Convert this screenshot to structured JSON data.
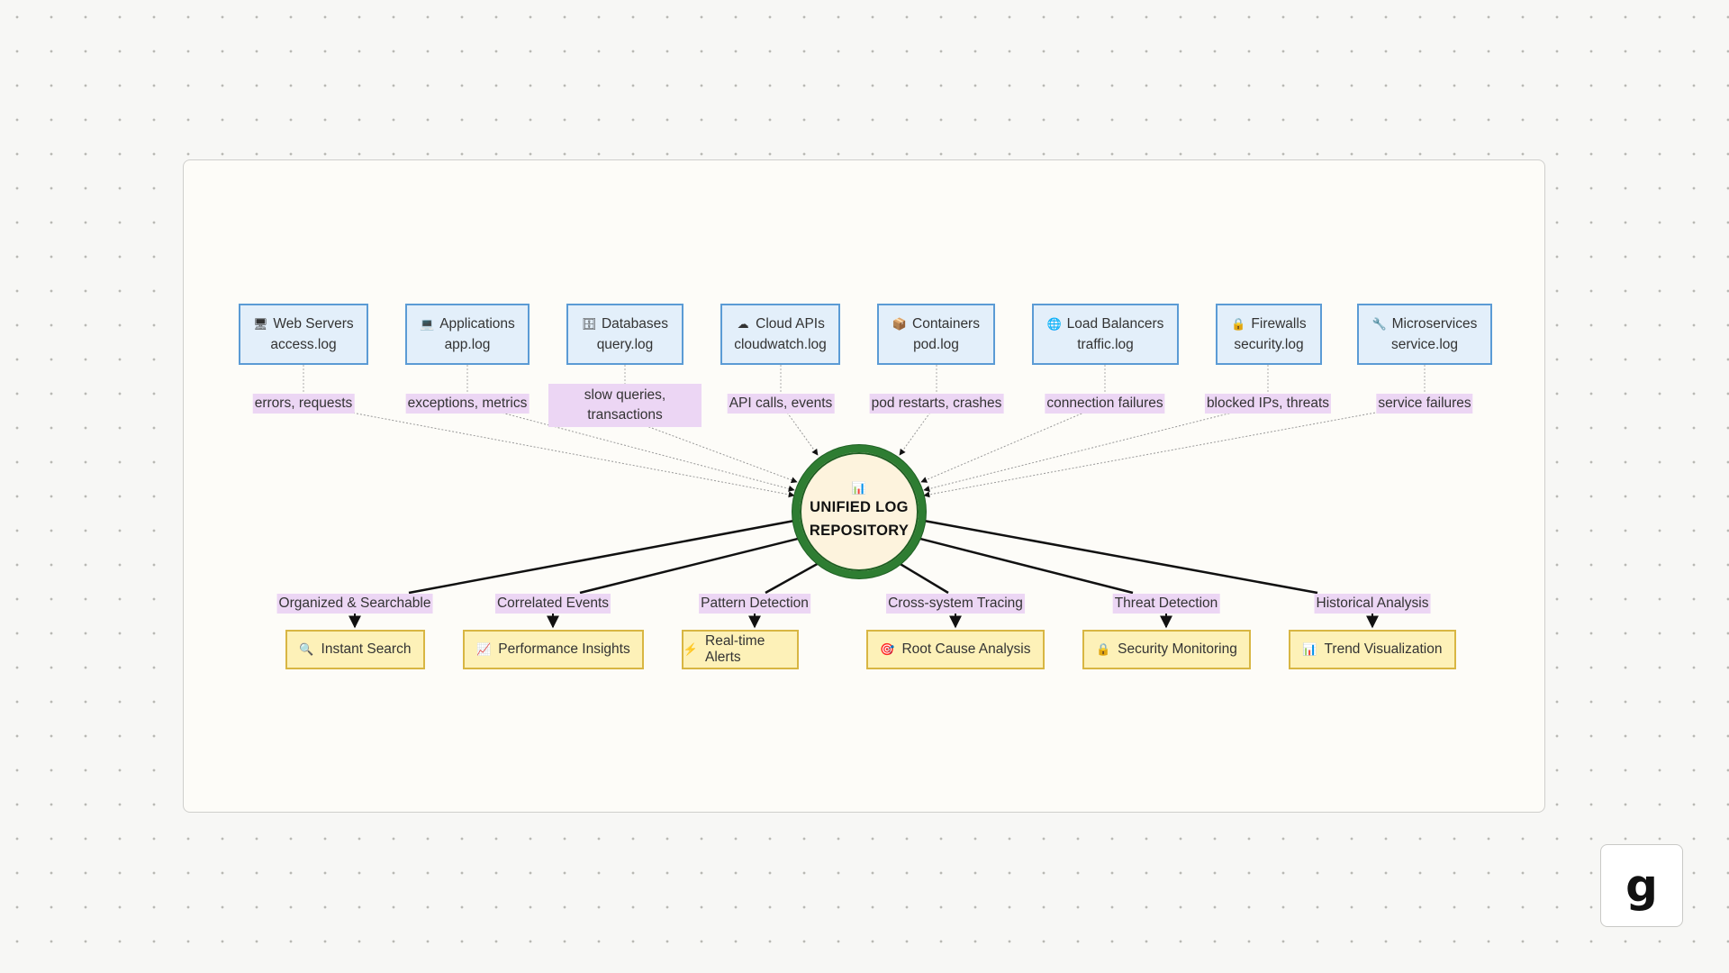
{
  "hub": {
    "icon": "bar-chart-icon",
    "title": "UNIFIED LOG REPOSITORY"
  },
  "sources": [
    {
      "icon": "monitor-icon",
      "glyph": "🖥",
      "name": "Web Servers",
      "file": "access.log",
      "label": "errors, requests"
    },
    {
      "icon": "laptop-icon",
      "glyph": "💻",
      "name": "Applications",
      "file": "app.log",
      "label": "exceptions, metrics"
    },
    {
      "icon": "database-icon",
      "glyph": "🗄",
      "name": "Databases",
      "file": "query.log",
      "label": "slow queries, transactions"
    },
    {
      "icon": "cloud-icon",
      "glyph": "☁",
      "name": "Cloud APIs",
      "file": "cloudwatch.log",
      "label": "API calls, events"
    },
    {
      "icon": "package-icon",
      "glyph": "📦",
      "name": "Containers",
      "file": "pod.log",
      "label": "pod restarts, crashes"
    },
    {
      "icon": "globe-icon",
      "glyph": "🌐",
      "name": "Load Balancers",
      "file": "traffic.log",
      "label": "connection failures"
    },
    {
      "icon": "lock-icon",
      "glyph": "🔒",
      "name": "Firewalls",
      "file": "security.log",
      "label": "blocked IPs, threats"
    },
    {
      "icon": "wrench-icon",
      "glyph": "🔧",
      "name": "Microservices",
      "file": "service.log",
      "label": "service failures"
    }
  ],
  "outputs": [
    {
      "icon": "magnifier-icon",
      "glyph": "🔍",
      "label": "Organized & Searchable",
      "name": "Instant Search"
    },
    {
      "icon": "chart-up-icon",
      "glyph": "📈",
      "label": "Correlated Events",
      "name": "Performance Insights"
    },
    {
      "icon": "lightning-icon",
      "glyph": "⚡",
      "label": "Pattern Detection",
      "name": "Real-time Alerts"
    },
    {
      "icon": "target-icon",
      "glyph": "🎯",
      "label": "Cross-system Tracing",
      "name": "Root Cause Analysis"
    },
    {
      "icon": "lock-icon",
      "glyph": "🔒",
      "label": "Threat Detection",
      "name": "Security Monitoring"
    },
    {
      "icon": "bar-chart-icon",
      "glyph": "📊",
      "label": "Historical Analysis",
      "name": "Trend Visualization"
    }
  ],
  "brand": {
    "logo_text": "g",
    "icon": "brand-logo-icon"
  },
  "colors": {
    "source_fill": "#e3effa",
    "source_border": "#5b9bd5",
    "label_fill": "#ecd6f4",
    "output_fill": "#fdf1b8",
    "output_border": "#d8b643",
    "hub_ring": "#2e7d32",
    "hub_fill": "#fdf3dd"
  }
}
